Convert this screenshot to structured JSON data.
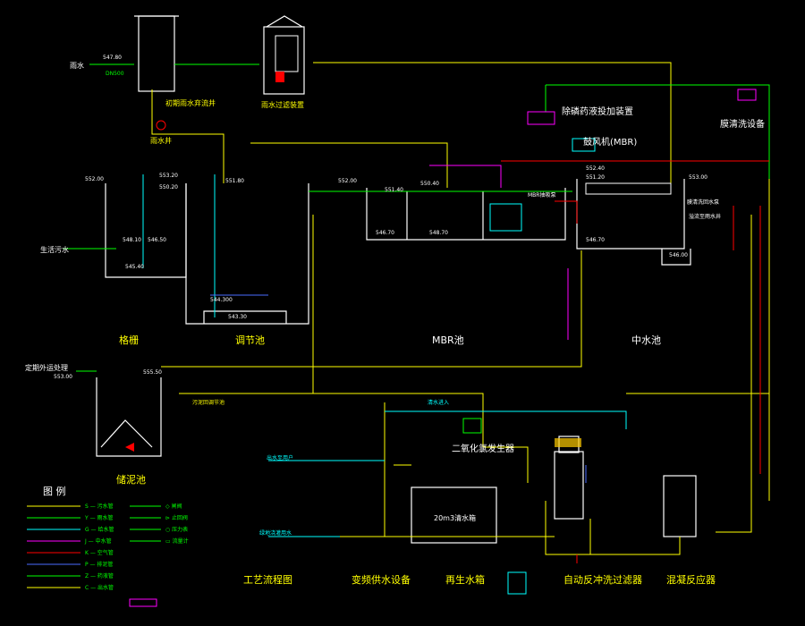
{
  "colors": {
    "background": "#000000",
    "structure": "#ffffff",
    "pipe_yellow": "#ffff00",
    "pipe_green": "#00ff00",
    "pipe_cyan": "#00ffff",
    "pipe_red": "#ff0000",
    "pipe_magenta": "#ff00ff",
    "pipe_blue": "#4a6cff",
    "text_label": "#ffff00",
    "text_note": "#00ff00"
  },
  "units": {
    "grille": "格栅",
    "regulating": "调节池",
    "mbr": "MBR池",
    "reclaimed": "中水池",
    "sludge": "储泥池",
    "rain_well": "初期雨水弃流井",
    "rain_filter": "雨水过滤装置",
    "rain_pit": "雨水井",
    "dosing": "除磷药液投加装置",
    "blower": "鼓风机(MBR)",
    "membrane_clean": "膜清洗设备",
    "chlorine": "二氧化氯发生器",
    "water_tank": "20m3清水箱"
  },
  "bottom_titles": {
    "process": "工艺流程图",
    "pump_set": "变频供水设备",
    "tank": "再生水箱",
    "auto_filter": "自动反冲洗过滤器",
    "coag": "混凝反应器"
  },
  "legend": {
    "title": "图 例",
    "items": [
      "S — 污水管",
      "Y — 雨水管",
      "G — 给水管",
      "J — 中水管",
      "K — 空气管",
      "P — 排泥管",
      "Z — 药液管",
      "C — 出水管",
      "◇ 闸阀",
      "⊳ 止回阀",
      "○ 压力表",
      "▭ 流量计"
    ]
  },
  "notes": {
    "rain_in": "雨水",
    "domestic_in": "生活污水",
    "dn500": "DN500",
    "regular_out": "定期外运处理",
    "sludge_out": "污泥回调节池",
    "to_user": "出水至用户",
    "to_green": "绿地浇灌用水",
    "recycle": "清水进入",
    "mbr_pump": "MBR抽吸泵",
    "mbr_cleanpump": "膜清洗回水泵",
    "overflow": "溢流至雨水井"
  },
  "elevations": {
    "e1": "547.80",
    "e2": "552.00",
    "e3": "553.20",
    "e4": "550.20",
    "e5": "548.10",
    "e6": "546.50",
    "e7": "545.40",
    "e8": "544.300",
    "e9": "543.30",
    "e10": "551.80",
    "e11": "552.00",
    "e12": "551.40",
    "e13": "550.40",
    "e14": "546.70",
    "e15": "548.70",
    "e16": "552.40",
    "e17": "551.20",
    "e18": "546.70",
    "e19": "553.00",
    "e20": "555.50",
    "e21": "553.00",
    "e22": "546.00"
  }
}
